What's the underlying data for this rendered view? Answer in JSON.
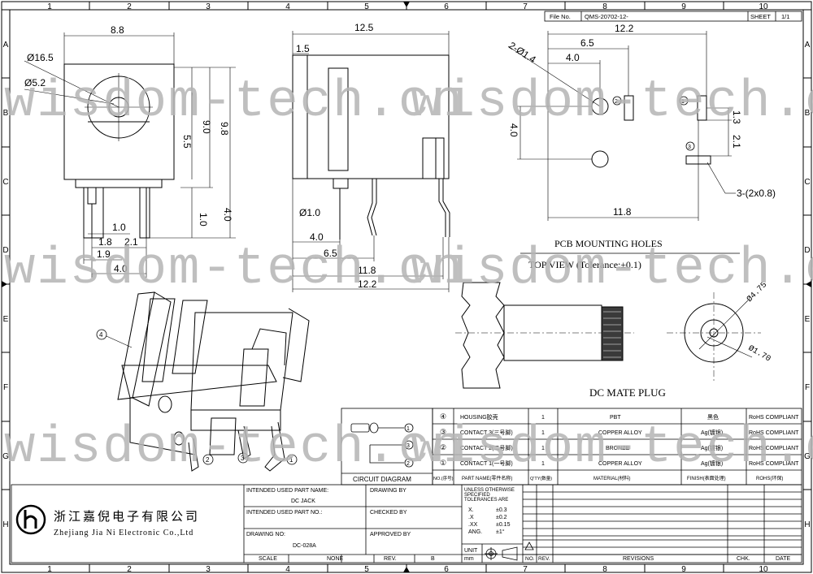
{
  "sheet": {
    "file_no_label": "File No.",
    "file_no": "QMS-20702-12-",
    "sheet_label": "SHEET",
    "sheet_value": "1/1",
    "columns": [
      "1",
      "2",
      "3",
      "4",
      "5",
      "6",
      "7",
      "8",
      "9",
      "10"
    ],
    "rows": [
      "A",
      "B",
      "C",
      "D",
      "E",
      "F",
      "G",
      "H"
    ]
  },
  "watermark": "wisdom-tech.cn",
  "front_view": {
    "dims": [
      "8.8",
      "Ø16.5",
      "Ø5.2",
      "9.0",
      "9.8",
      "5.5",
      "1.0",
      "4.0",
      "1.0",
      "1.8",
      "2.1",
      "1.9",
      "4.0"
    ]
  },
  "side_view": {
    "dims": [
      "12.5",
      "1.5",
      "Ø1.0",
      "4.0",
      "6.5",
      "11.8",
      "12.2"
    ]
  },
  "pcb_view": {
    "dims": [
      "12.2",
      "6.5",
      "4.0",
      "2-Ø1.4",
      "4.0",
      "1.3",
      "2.1",
      "3-(2x0.8)",
      "11.8"
    ],
    "title": "PCB MOUNTING HOLES",
    "subtitle": "TOP VIEW (Tolerance:±0.1)"
  },
  "plug": {
    "dims": [
      "Ø4.75",
      "Ø1.70"
    ],
    "title": "DC MATE PLUG"
  },
  "circuit": {
    "label": "CIRCUIT DIAGRAM"
  },
  "bom": {
    "rows": [
      {
        "no": "④",
        "name": "HOUSING胶壳",
        "qty": "1",
        "material": "PBT",
        "finish": "黑色",
        "rohs": "RoHS COMPLIANT"
      },
      {
        "no": "③",
        "name": "CONTACT 3(三号脚)",
        "qty": "1",
        "material": "COPPER ALLOY",
        "finish": "Ag(镀银)",
        "rohs": "RoHS COMPLIANT"
      },
      {
        "no": "②",
        "name": "CONTACT 2(二号脚)",
        "qty": "1",
        "material": "BRONZE",
        "finish": "Ag(镀银)",
        "rohs": "RoHS COMPLIANT"
      },
      {
        "no": "①",
        "name": "CONTACT 1(一号脚)",
        "qty": "1",
        "material": "COPPER ALLOY",
        "finish": "Ag(镀银)",
        "rohs": "RoHS COMPLIANT"
      }
    ],
    "header": {
      "no": "NO.(序号)",
      "name": "PART NAME(零件名称)",
      "qty": "Q'TY(数量)",
      "material": "MATERIAL(材料)",
      "finish": "FINISH(表面处理)",
      "rohs": "ROHS(环保)"
    }
  },
  "company": {
    "name_cn": "浙江嘉倪电子有限公司",
    "name_en": "Zhejiang Jia Ni Electronic Co.,Ltd"
  },
  "title_block": {
    "intended_part_name_label": "INTENDED USED PART NAME:",
    "intended_part_name": "DC JACK",
    "intended_part_no_label": "INTENDED USED PART NO.:",
    "drawing_no_label": "DRAWING NO:",
    "drawing_no": "DC-028A",
    "scale_label": "SCALE",
    "scale": "NONE",
    "rev_label": "REV.",
    "rev": "B",
    "drawing_by_label": "DRAWING BY",
    "checked_by_label": "CHECKED BY",
    "approved_by_label": "APPROVED BY",
    "tolerance_lines": [
      "UNLESS OTHERWISE",
      "SPECIFIED",
      "TOLERANCES ARE"
    ],
    "tolerances": [
      [
        "X.",
        "±0.3"
      ],
      [
        ".X",
        "±0.2"
      ],
      [
        ".XX",
        "±0.15"
      ],
      [
        "ANG.",
        "±1°"
      ]
    ],
    "unit_label": "UNIT",
    "unit": "mm",
    "rev_table": {
      "no": "NO.",
      "rev": "REV.",
      "revisions": "REVISIONS",
      "chk": "CHK.",
      "date": "DATE"
    }
  }
}
